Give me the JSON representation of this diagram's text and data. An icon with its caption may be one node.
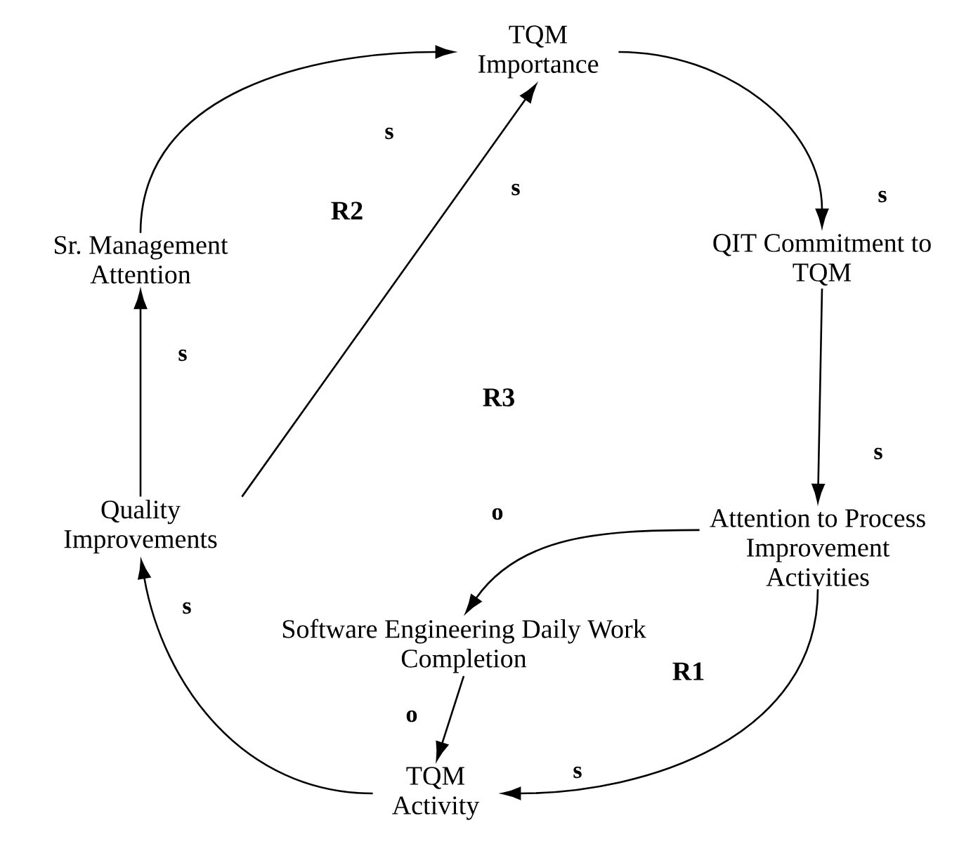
{
  "diagram": {
    "nodes": [
      {
        "text": [
          "TQM Importance"
        ]
      },
      {
        "text": [
          "Sr. Management Attention"
        ]
      },
      {
        "text": [
          "QIT Commitment to TQM"
        ]
      },
      {
        "text": [
          "Quality Improvements"
        ]
      },
      {
        "text": [
          "Attention to Process Improvement Activities"
        ]
      },
      {
        "text": [
          "Software Engineering Daily Work Completion"
        ]
      },
      {
        "text": [
          "TQM Activity"
        ]
      }
    ],
    "edges": [
      {
        "from": 1,
        "to": 0,
        "arrow": "to",
        "label": "s"
      },
      {
        "from": 0,
        "to": 2,
        "arrow": "to",
        "label": "s"
      },
      {
        "from": 3,
        "to": 1,
        "arrow": "to",
        "label": "s"
      },
      {
        "from": 3,
        "to": 0,
        "arrow": "to",
        "label": "s"
      },
      {
        "from": 2,
        "to": 4,
        "arrow": "to",
        "label": "s"
      },
      {
        "from": 4,
        "to": 5,
        "arrow": "to",
        "label": "o"
      },
      {
        "from": 5,
        "to": 6,
        "arrow": "to",
        "label": "o"
      },
      {
        "from": 4,
        "to": 6,
        "arrow": "to",
        "label": "s"
      },
      {
        "from": 6,
        "to": 3,
        "arrow": "to",
        "label": "s"
      }
    ],
    "labels": [
      "R2",
      "R3",
      "R1"
    ]
  }
}
